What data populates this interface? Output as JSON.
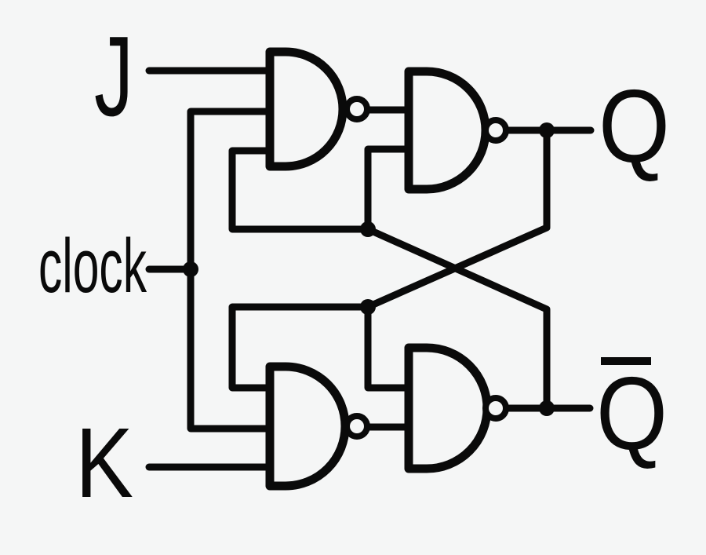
{
  "figure": {
    "kind": "logic-circuit-diagram",
    "subject": "JK flip-flop built from four NAND gates",
    "colors": {
      "background": "#f5f6f6",
      "line": "#0a0a0a"
    }
  },
  "labels": {
    "j": "J",
    "clock": "clock",
    "k": "K",
    "q": "Q",
    "q_bar_letter": "Q",
    "q_bar": "Q̄"
  },
  "gates": [
    {
      "id": "nand-1",
      "type": "NAND",
      "position": "top-left",
      "inputs": [
        "J",
        "clock",
        "Q-bar feedback"
      ],
      "output_to": "nand-2 upper input"
    },
    {
      "id": "nand-2",
      "type": "NAND",
      "position": "top-right",
      "inputs": [
        "nand-1 output",
        "Q-bar cross-coupling"
      ],
      "output_to": "Q"
    },
    {
      "id": "nand-3",
      "type": "NAND",
      "position": "bottom-left",
      "inputs": [
        "Q feedback",
        "clock",
        "K"
      ],
      "output_to": "nand-4 lower input"
    },
    {
      "id": "nand-4",
      "type": "NAND",
      "position": "bottom-right",
      "inputs": [
        "Q cross-coupling",
        "nand-3 output"
      ],
      "output_to": "Q-bar"
    }
  ],
  "junction_dots": 5,
  "inversion_bubbles": 4
}
